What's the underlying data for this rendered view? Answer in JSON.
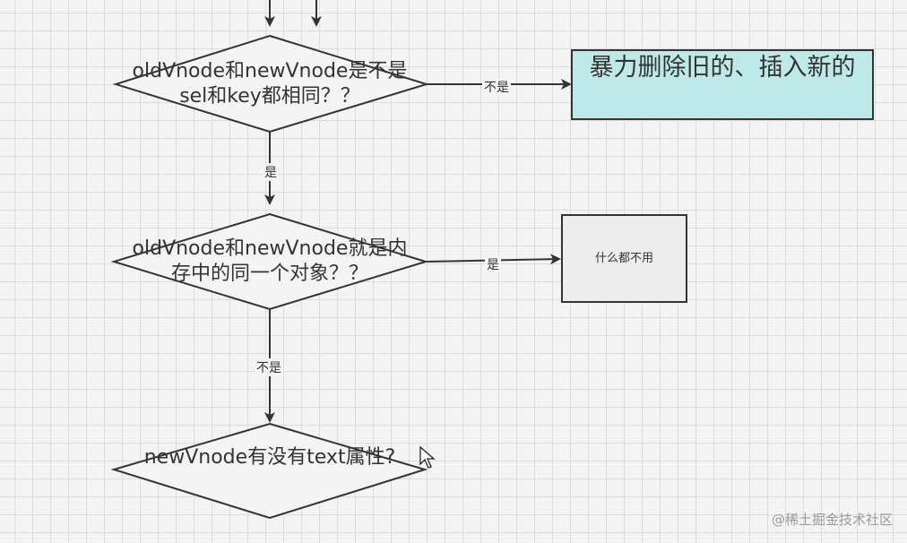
{
  "nodes": {
    "cond1": "oldVnode和newVnode是不是sel和key都相同？？",
    "action1": "暴力删除旧的、插入新的",
    "cond2": "oldVnode和newVnode就是内存中的同一个对象？？",
    "action2": "什么都不用",
    "cond3": "newVnode有没有text属性?"
  },
  "edges": {
    "c1_to_a1": "不是",
    "c1_to_c2": "是",
    "c2_to_a2": "是",
    "c2_to_c3": "不是"
  },
  "watermark": "@稀土掘金技术社区",
  "colors": {
    "action1_fill": "#bfe9e9",
    "stroke": "#333333",
    "diamond_fill": "#f4f4f4"
  }
}
